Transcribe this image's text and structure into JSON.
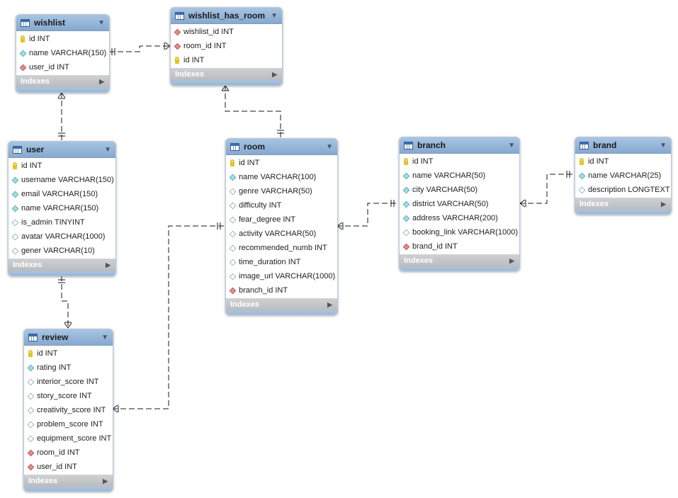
{
  "indexes_label": "Indexes",
  "colors": {
    "header": "#8fb0d3",
    "pk": "#e3c32a",
    "fk": "#e08c8c",
    "attr": "#9ee0e6"
  },
  "tables": {
    "wishlist": {
      "name": "wishlist",
      "columns": [
        {
          "icon": "primary-key-icon",
          "text": "id INT"
        },
        {
          "icon": "not-null-column-icon",
          "text": "name VARCHAR(150)"
        },
        {
          "icon": "foreign-key-icon",
          "text": "user_id INT"
        }
      ]
    },
    "wishlist_has_room": {
      "name": "wishlist_has_room",
      "columns": [
        {
          "icon": "foreign-key-icon",
          "text": "wishlist_id INT"
        },
        {
          "icon": "foreign-key-icon",
          "text": "room_id INT"
        },
        {
          "icon": "primary-key-icon",
          "text": "id INT"
        }
      ]
    },
    "user": {
      "name": "user",
      "columns": [
        {
          "icon": "primary-key-icon",
          "text": "id INT"
        },
        {
          "icon": "not-null-column-icon",
          "text": "username VARCHAR(150)"
        },
        {
          "icon": "not-null-column-icon",
          "text": "email VARCHAR(150)"
        },
        {
          "icon": "not-null-column-icon",
          "text": "name VARCHAR(150)"
        },
        {
          "icon": "nullable-column-icon",
          "text": "is_admin TINYINT"
        },
        {
          "icon": "nullable-column-icon",
          "text": "avatar VARCHAR(1000)"
        },
        {
          "icon": "nullable-column-icon",
          "text": "gener VARCHAR(10)"
        }
      ]
    },
    "room": {
      "name": "room",
      "columns": [
        {
          "icon": "primary-key-icon",
          "text": "id INT"
        },
        {
          "icon": "not-null-column-icon",
          "text": "name VARCHAR(100)"
        },
        {
          "icon": "nullable-column-icon",
          "text": "genre VARCHAR(50)"
        },
        {
          "icon": "nullable-column-icon",
          "text": "difficulty INT"
        },
        {
          "icon": "nullable-column-icon",
          "text": "fear_degree INT"
        },
        {
          "icon": "nullable-column-icon",
          "text": "activity VARCHAR(50)"
        },
        {
          "icon": "nullable-column-icon",
          "text": "recommended_numb INT"
        },
        {
          "icon": "nullable-column-icon",
          "text": "time_duration INT"
        },
        {
          "icon": "nullable-column-icon",
          "text": "image_url VARCHAR(1000)"
        },
        {
          "icon": "foreign-key-icon",
          "text": "branch_id INT"
        }
      ]
    },
    "branch": {
      "name": "branch",
      "columns": [
        {
          "icon": "primary-key-icon",
          "text": "id INT"
        },
        {
          "icon": "not-null-column-icon",
          "text": "name VARCHAR(50)"
        },
        {
          "icon": "not-null-column-icon",
          "text": "city VARCHAR(50)"
        },
        {
          "icon": "not-null-column-icon",
          "text": "district VARCHAR(50)"
        },
        {
          "icon": "not-null-column-icon",
          "text": "address VARCHAR(200)"
        },
        {
          "icon": "nullable-column-icon",
          "text": "booking_link VARCHAR(1000)"
        },
        {
          "icon": "foreign-key-icon",
          "text": "brand_id INT"
        }
      ]
    },
    "brand": {
      "name": "brand",
      "columns": [
        {
          "icon": "primary-key-icon",
          "text": "id INT"
        },
        {
          "icon": "not-null-column-icon",
          "text": "name VARCHAR(25)"
        },
        {
          "icon": "nullable-column-icon",
          "text": "description LONGTEXT"
        }
      ]
    },
    "review": {
      "name": "review",
      "columns": [
        {
          "icon": "primary-key-icon",
          "text": "id INT"
        },
        {
          "icon": "not-null-column-icon",
          "text": "rating INT"
        },
        {
          "icon": "nullable-column-icon",
          "text": "interior_score INT"
        },
        {
          "icon": "nullable-column-icon",
          "text": "story_score INT"
        },
        {
          "icon": "nullable-column-icon",
          "text": "creativity_score INT"
        },
        {
          "icon": "nullable-column-icon",
          "text": "problem_score INT"
        },
        {
          "icon": "nullable-column-icon",
          "text": "equipment_score INT"
        },
        {
          "icon": "foreign-key-icon",
          "text": "room_id INT"
        },
        {
          "icon": "foreign-key-icon",
          "text": "user_id INT"
        }
      ]
    }
  }
}
